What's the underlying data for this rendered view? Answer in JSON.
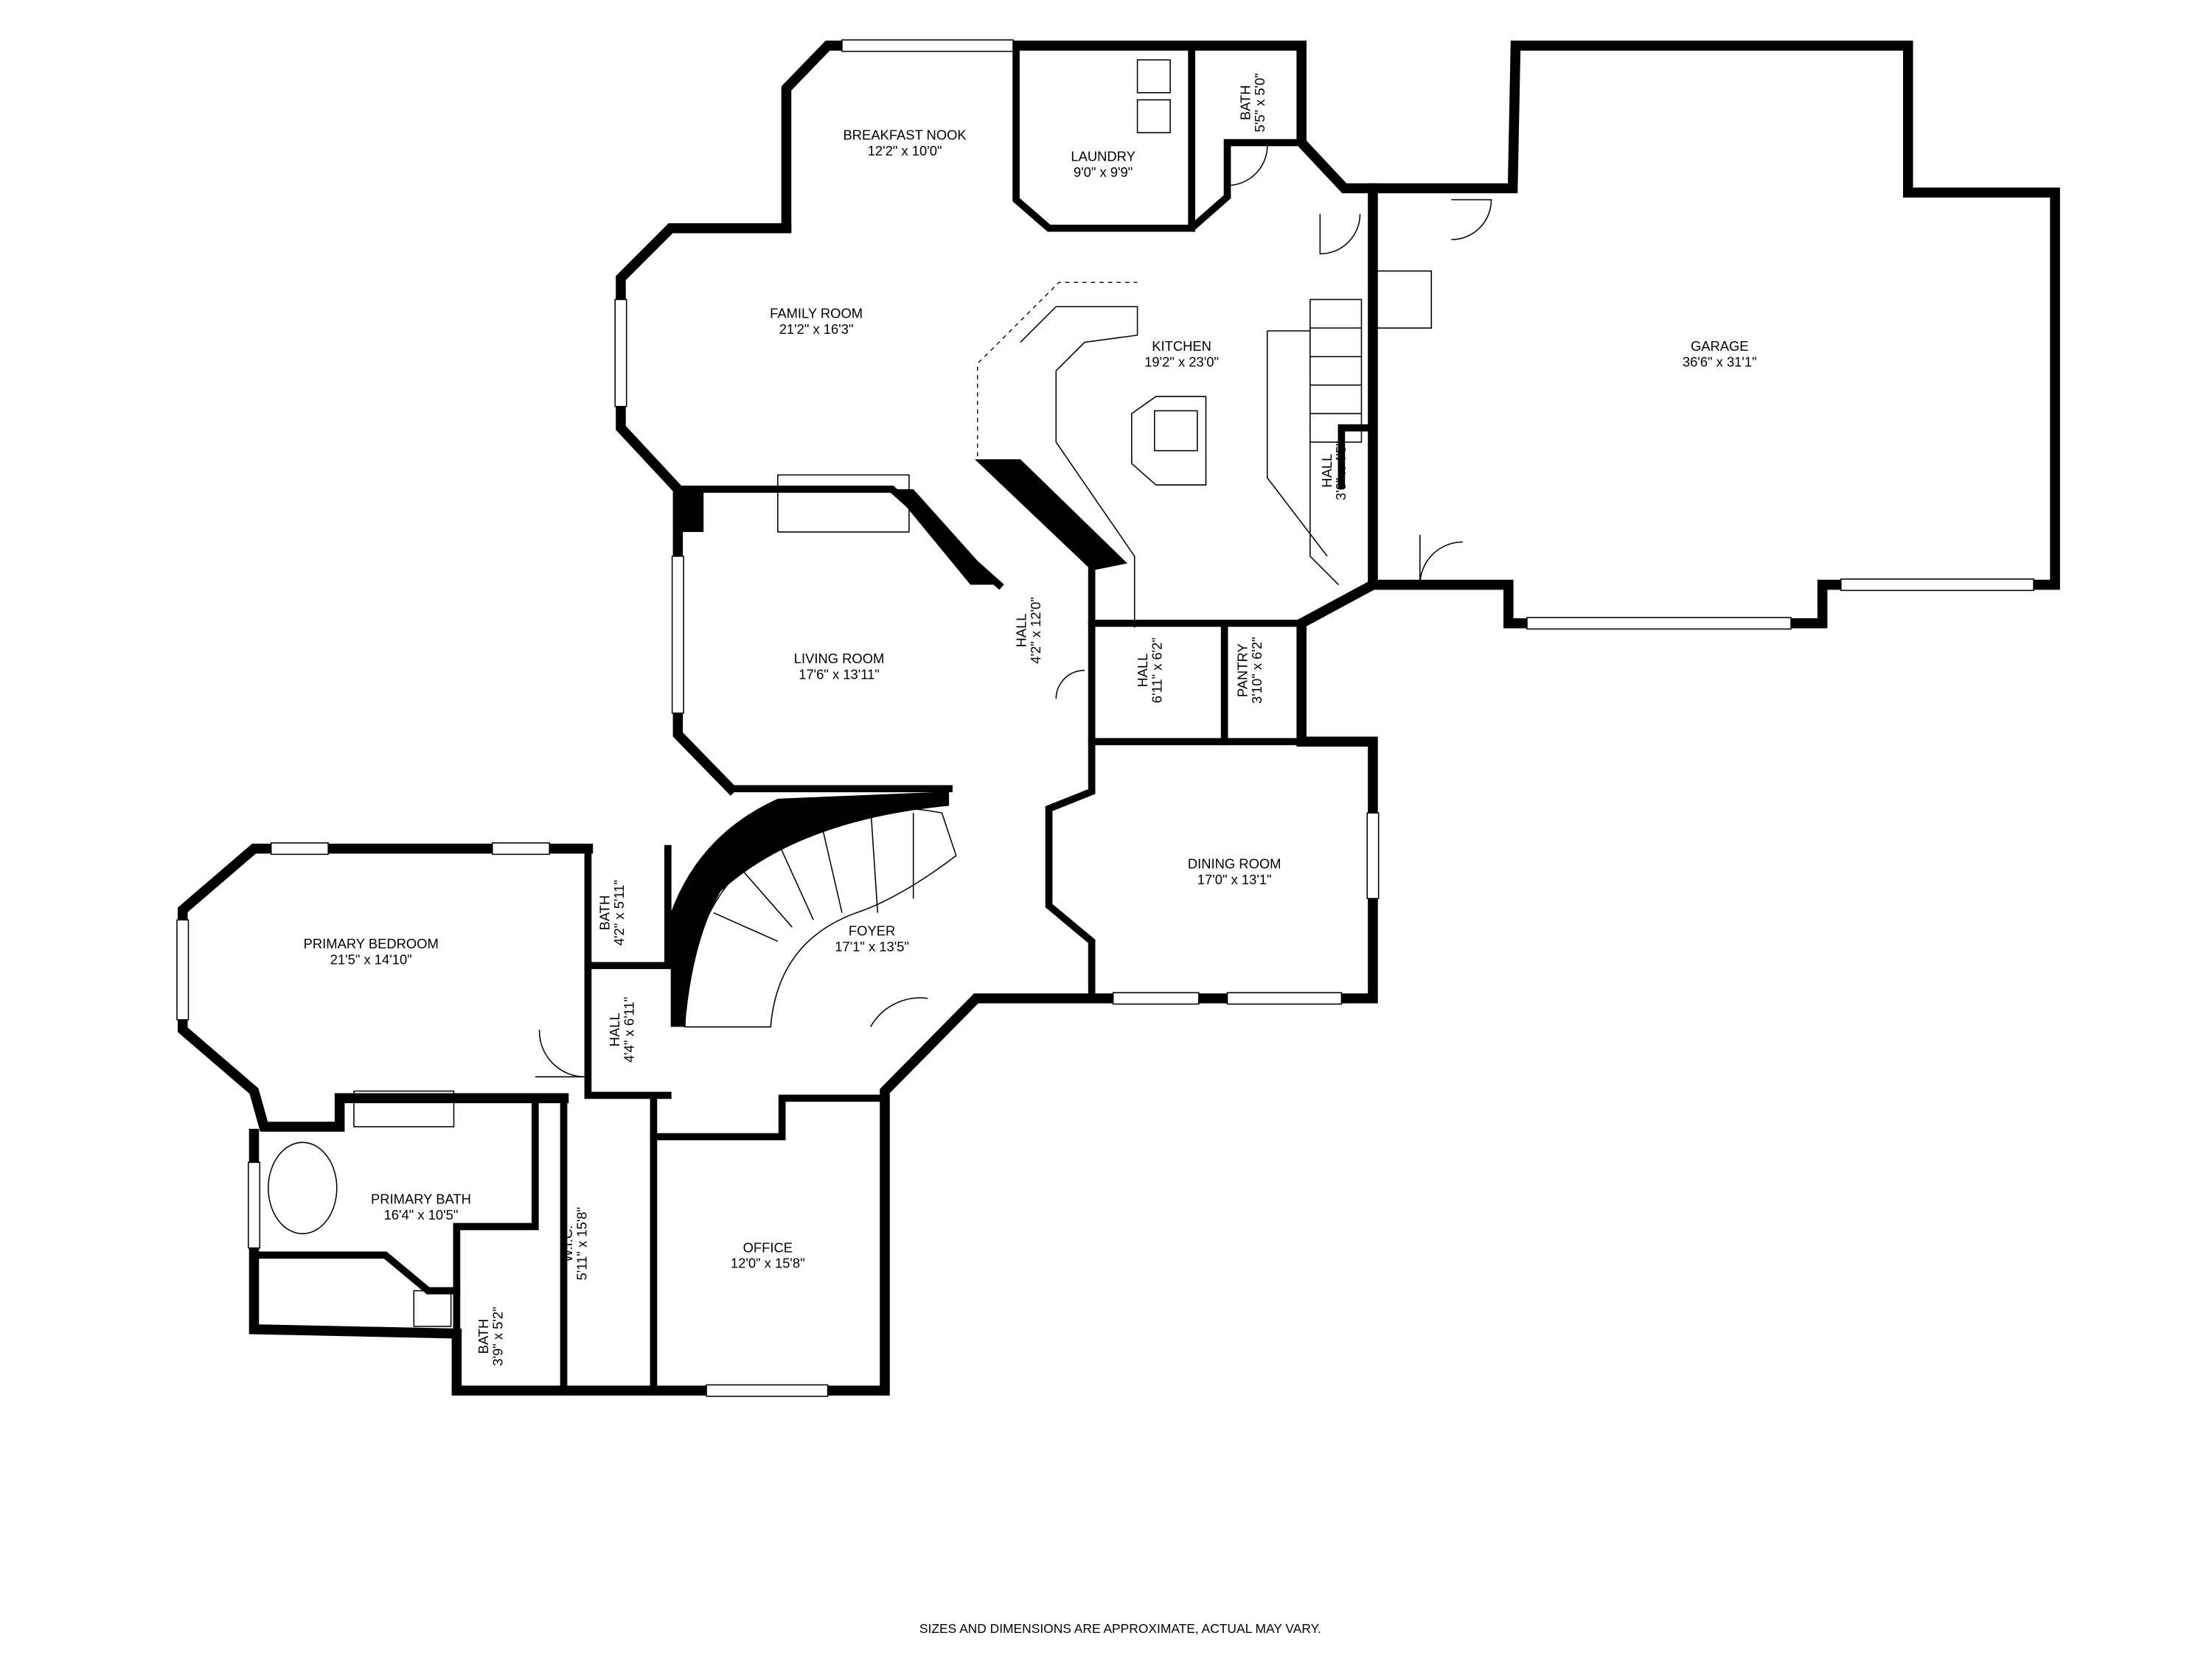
{
  "rooms": {
    "breakfast_nook": {
      "name": "BREAKFAST NOOK",
      "size": "12'2\" x 10'0\""
    },
    "laundry": {
      "name": "LAUNDRY",
      "size": "9'0\" x 9'9\""
    },
    "bath_laundry": {
      "name": "BATH",
      "size": "5'5\" x 5'0\""
    },
    "family_room": {
      "name": "FAMILY ROOM",
      "size": "21'2\" x 16'3\""
    },
    "kitchen": {
      "name": "KITCHEN",
      "size": "19'2\" x 23'0\""
    },
    "garage": {
      "name": "GARAGE",
      "size": "36'6\" x 31'1\""
    },
    "hall_garage": {
      "name": "HALL",
      "size": "3'0\" x 4'5\""
    },
    "hall_main": {
      "name": "HALL",
      "size": "4'2\" x 12'0\""
    },
    "hall_kitchen": {
      "name": "HALL",
      "size": "6'11\" x 6'2\""
    },
    "pantry": {
      "name": "PANTRY",
      "size": "3'10\" x 6'2\""
    },
    "living_room": {
      "name": "LIVING ROOM",
      "size": "17'6\" x 13'11\""
    },
    "dining_room": {
      "name": "DINING ROOM",
      "size": "17'0\" x 13'1\""
    },
    "primary_bedroom": {
      "name": "PRIMARY BEDROOM",
      "size": "21'5\" x 14'10\""
    },
    "bath_foyer": {
      "name": "BATH",
      "size": "4'2\" x 5'11\""
    },
    "foyer": {
      "name": "FOYER",
      "size": "17'1\" x 13'5\""
    },
    "hall_bedroom": {
      "name": "HALL",
      "size": "4'4\" x 6'11\""
    },
    "primary_bath": {
      "name": "PRIMARY BATH",
      "size": "16'4\" x 10'5\""
    },
    "wic": {
      "name": "W.I.C.",
      "size": "5'11\" x 15'8\""
    },
    "office": {
      "name": "OFFICE",
      "size": "12'0\" x 15'8\""
    },
    "bath_small": {
      "name": "BATH",
      "size": "3'9\" x 5'2\""
    }
  },
  "footer": {
    "disclaimer": "SIZES AND DIMENSIONS ARE APPROXIMATE, ACTUAL MAY VARY."
  },
  "colors": {
    "wall": "#000000",
    "background": "#ffffff"
  }
}
